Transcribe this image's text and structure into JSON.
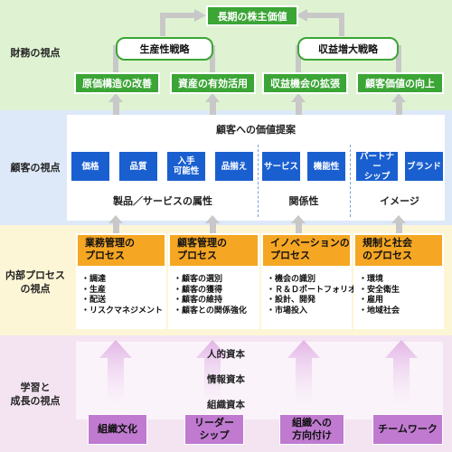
{
  "perspectives": {
    "financial": "財務の視点",
    "customer": "顧客の視点",
    "process_1": "内部プロセス",
    "process_2": "の視点",
    "learning_1": "学習と",
    "learning_2": "成長の視点"
  },
  "financial": {
    "top": "長期の株主価値",
    "strategies": [
      "生産性戦略",
      "収益増大戦略"
    ],
    "items": [
      "原価構造の改善",
      "資産の有効活用",
      "収益機会の拡張",
      "顧客価値の向上"
    ]
  },
  "customer": {
    "header": "顧客への価値提案",
    "attributes": [
      {
        "line1": "価格",
        "line2": ""
      },
      {
        "line1": "品質",
        "line2": ""
      },
      {
        "line1": "入手",
        "line2": "可能性"
      },
      {
        "line1": "品揃え",
        "line2": ""
      },
      {
        "line1": "サービス",
        "line2": ""
      },
      {
        "line1": "機能性",
        "line2": ""
      },
      {
        "line1": "パートナー",
        "line2": "シップ"
      },
      {
        "line1": "ブランド",
        "line2": ""
      }
    ],
    "groups": [
      "製品／サービスの属性",
      "関係性",
      "イメージ"
    ]
  },
  "process": {
    "columns": [
      {
        "title1": "業務管理の",
        "title2": "プロセス",
        "items": [
          "・調達",
          "・生産",
          "・配送",
          "・リスクマネジメント"
        ]
      },
      {
        "title1": "顧客管理の",
        "title2": "プロセス",
        "items": [
          "・顧客の選別",
          "・顧客の獲得",
          "・顧客の維持",
          "・顧客との関係強化"
        ]
      },
      {
        "title1": "イノベーションの",
        "title2": "プロセス",
        "items": [
          "・機会の識別",
          "・Ｒ＆Ｄポートフォリオ",
          "・設計、開発",
          "・市場投入"
        ]
      },
      {
        "title1": "規制と社会",
        "title2": "のプロセス",
        "items": [
          "・環境",
          "・安全衛生",
          "・雇用",
          "・地域社会"
        ]
      }
    ]
  },
  "learning": {
    "capitals": [
      "人的資本",
      "情報資本",
      "組織資本"
    ],
    "items": [
      {
        "line1": "組織文化",
        "line2": ""
      },
      {
        "line1": "リーダー",
        "line2": "シップ"
      },
      {
        "line1": "組織への",
        "line2": "方向付け"
      },
      {
        "line1": "チームワーク",
        "line2": ""
      }
    ]
  },
  "colors": {
    "financial_bg": "#dff3d2",
    "customer_bg": "#dde8f8",
    "process_bg": "#fdf6d6",
    "learning_bg": "#f4e4f2",
    "green": "#3ba535",
    "blue": "#1a5fd0",
    "orange": "#f5a623",
    "purple": "#c07ad0"
  }
}
